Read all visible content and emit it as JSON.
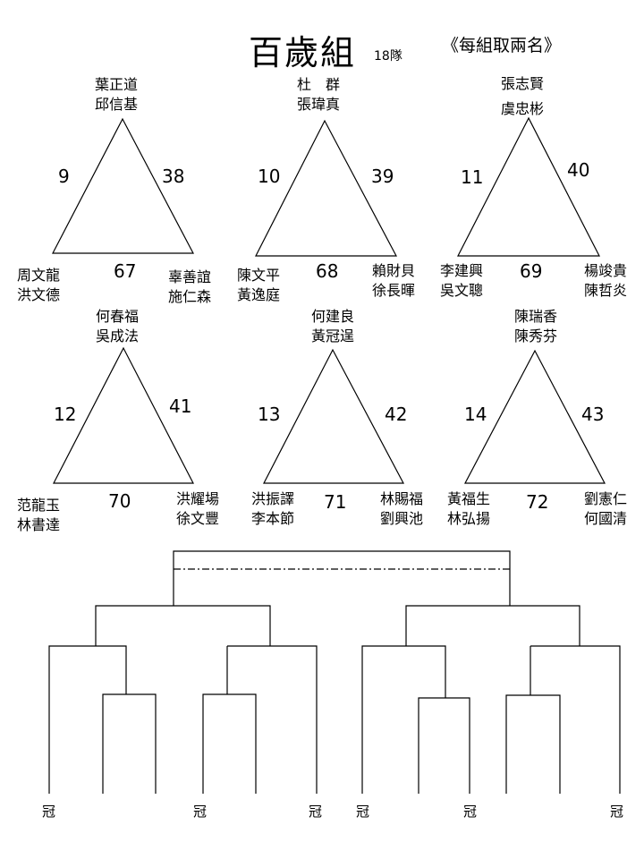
{
  "header": {
    "title": "百歲組",
    "team_count": "18隊",
    "rule": "《每組取兩名》"
  },
  "groups": [
    {
      "top": [
        "葉正道",
        "邱信基"
      ],
      "bottom_left": [
        "周文龍",
        "洪文德"
      ],
      "bottom_right": [
        "辜善誼",
        "施仁森"
      ],
      "match_left": "9",
      "match_right": "38",
      "match_bottom": "67"
    },
    {
      "top": [
        "杜　群",
        "張瑋真"
      ],
      "bottom_left": [
        "陳文平",
        "黃逸庭"
      ],
      "bottom_right": [
        "賴財貝",
        "徐長暉"
      ],
      "match_left": "10",
      "match_right": "39",
      "match_bottom": "68"
    },
    {
      "top": [
        "張志賢",
        "虞忠彬"
      ],
      "bottom_left": [
        "李建興",
        "吳文聰"
      ],
      "bottom_right": [
        "楊竣貴",
        "陳哲炎"
      ],
      "match_left": "11",
      "match_right": "40",
      "match_bottom": "69"
    },
    {
      "top": [
        "何春福",
        "吳成法"
      ],
      "bottom_left": [
        "范龍玉",
        "林書達"
      ],
      "bottom_right": [
        "洪耀場",
        "徐文豐"
      ],
      "match_left": "12",
      "match_right": "41",
      "match_bottom": "70"
    },
    {
      "top": [
        "何建良",
        "黃冠逞"
      ],
      "bottom_left": [
        "洪振譯",
        "李本節"
      ],
      "bottom_right": [
        "林賜福",
        "劉興池"
      ],
      "match_left": "13",
      "match_right": "42",
      "match_bottom": "71"
    },
    {
      "top": [
        "陳瑞香",
        "陳秀芬"
      ],
      "bottom_left": [
        "黃福生",
        "林弘揚"
      ],
      "bottom_right": [
        "劉憲仁",
        "何國清"
      ],
      "match_left": "14",
      "match_right": "43",
      "match_bottom": "72"
    }
  ],
  "bracket": {
    "champion_marks": [
      "冠",
      "冠",
      "冠",
      "冠",
      "冠",
      "冠"
    ]
  }
}
